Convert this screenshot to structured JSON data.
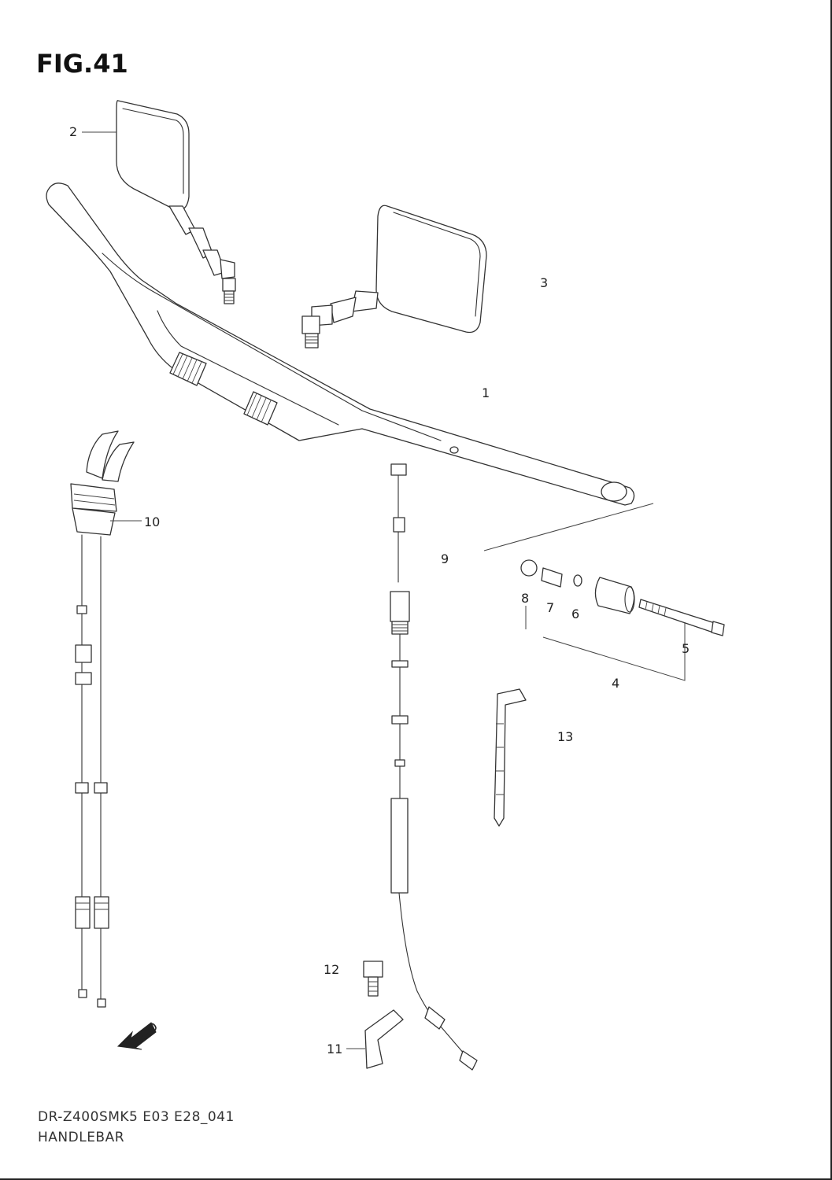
{
  "figure": {
    "title": "FIG.41"
  },
  "callouts": [
    {
      "id": "1",
      "label": "1"
    },
    {
      "id": "2",
      "label": "2"
    },
    {
      "id": "3",
      "label": "3"
    },
    {
      "id": "4",
      "label": "4"
    },
    {
      "id": "5",
      "label": "5"
    },
    {
      "id": "6",
      "label": "6"
    },
    {
      "id": "7",
      "label": "7"
    },
    {
      "id": "8",
      "label": "8"
    },
    {
      "id": "9",
      "label": "9"
    },
    {
      "id": "10",
      "label": "10"
    },
    {
      "id": "11",
      "label": "11"
    },
    {
      "id": "12",
      "label": "12"
    },
    {
      "id": "13",
      "label": "13"
    }
  ],
  "direction_arrow": {
    "label": "FWD"
  },
  "footer": {
    "model_code": "DR-Z400SMK5 E03 E28_041",
    "section_name": "HANDLEBAR"
  }
}
